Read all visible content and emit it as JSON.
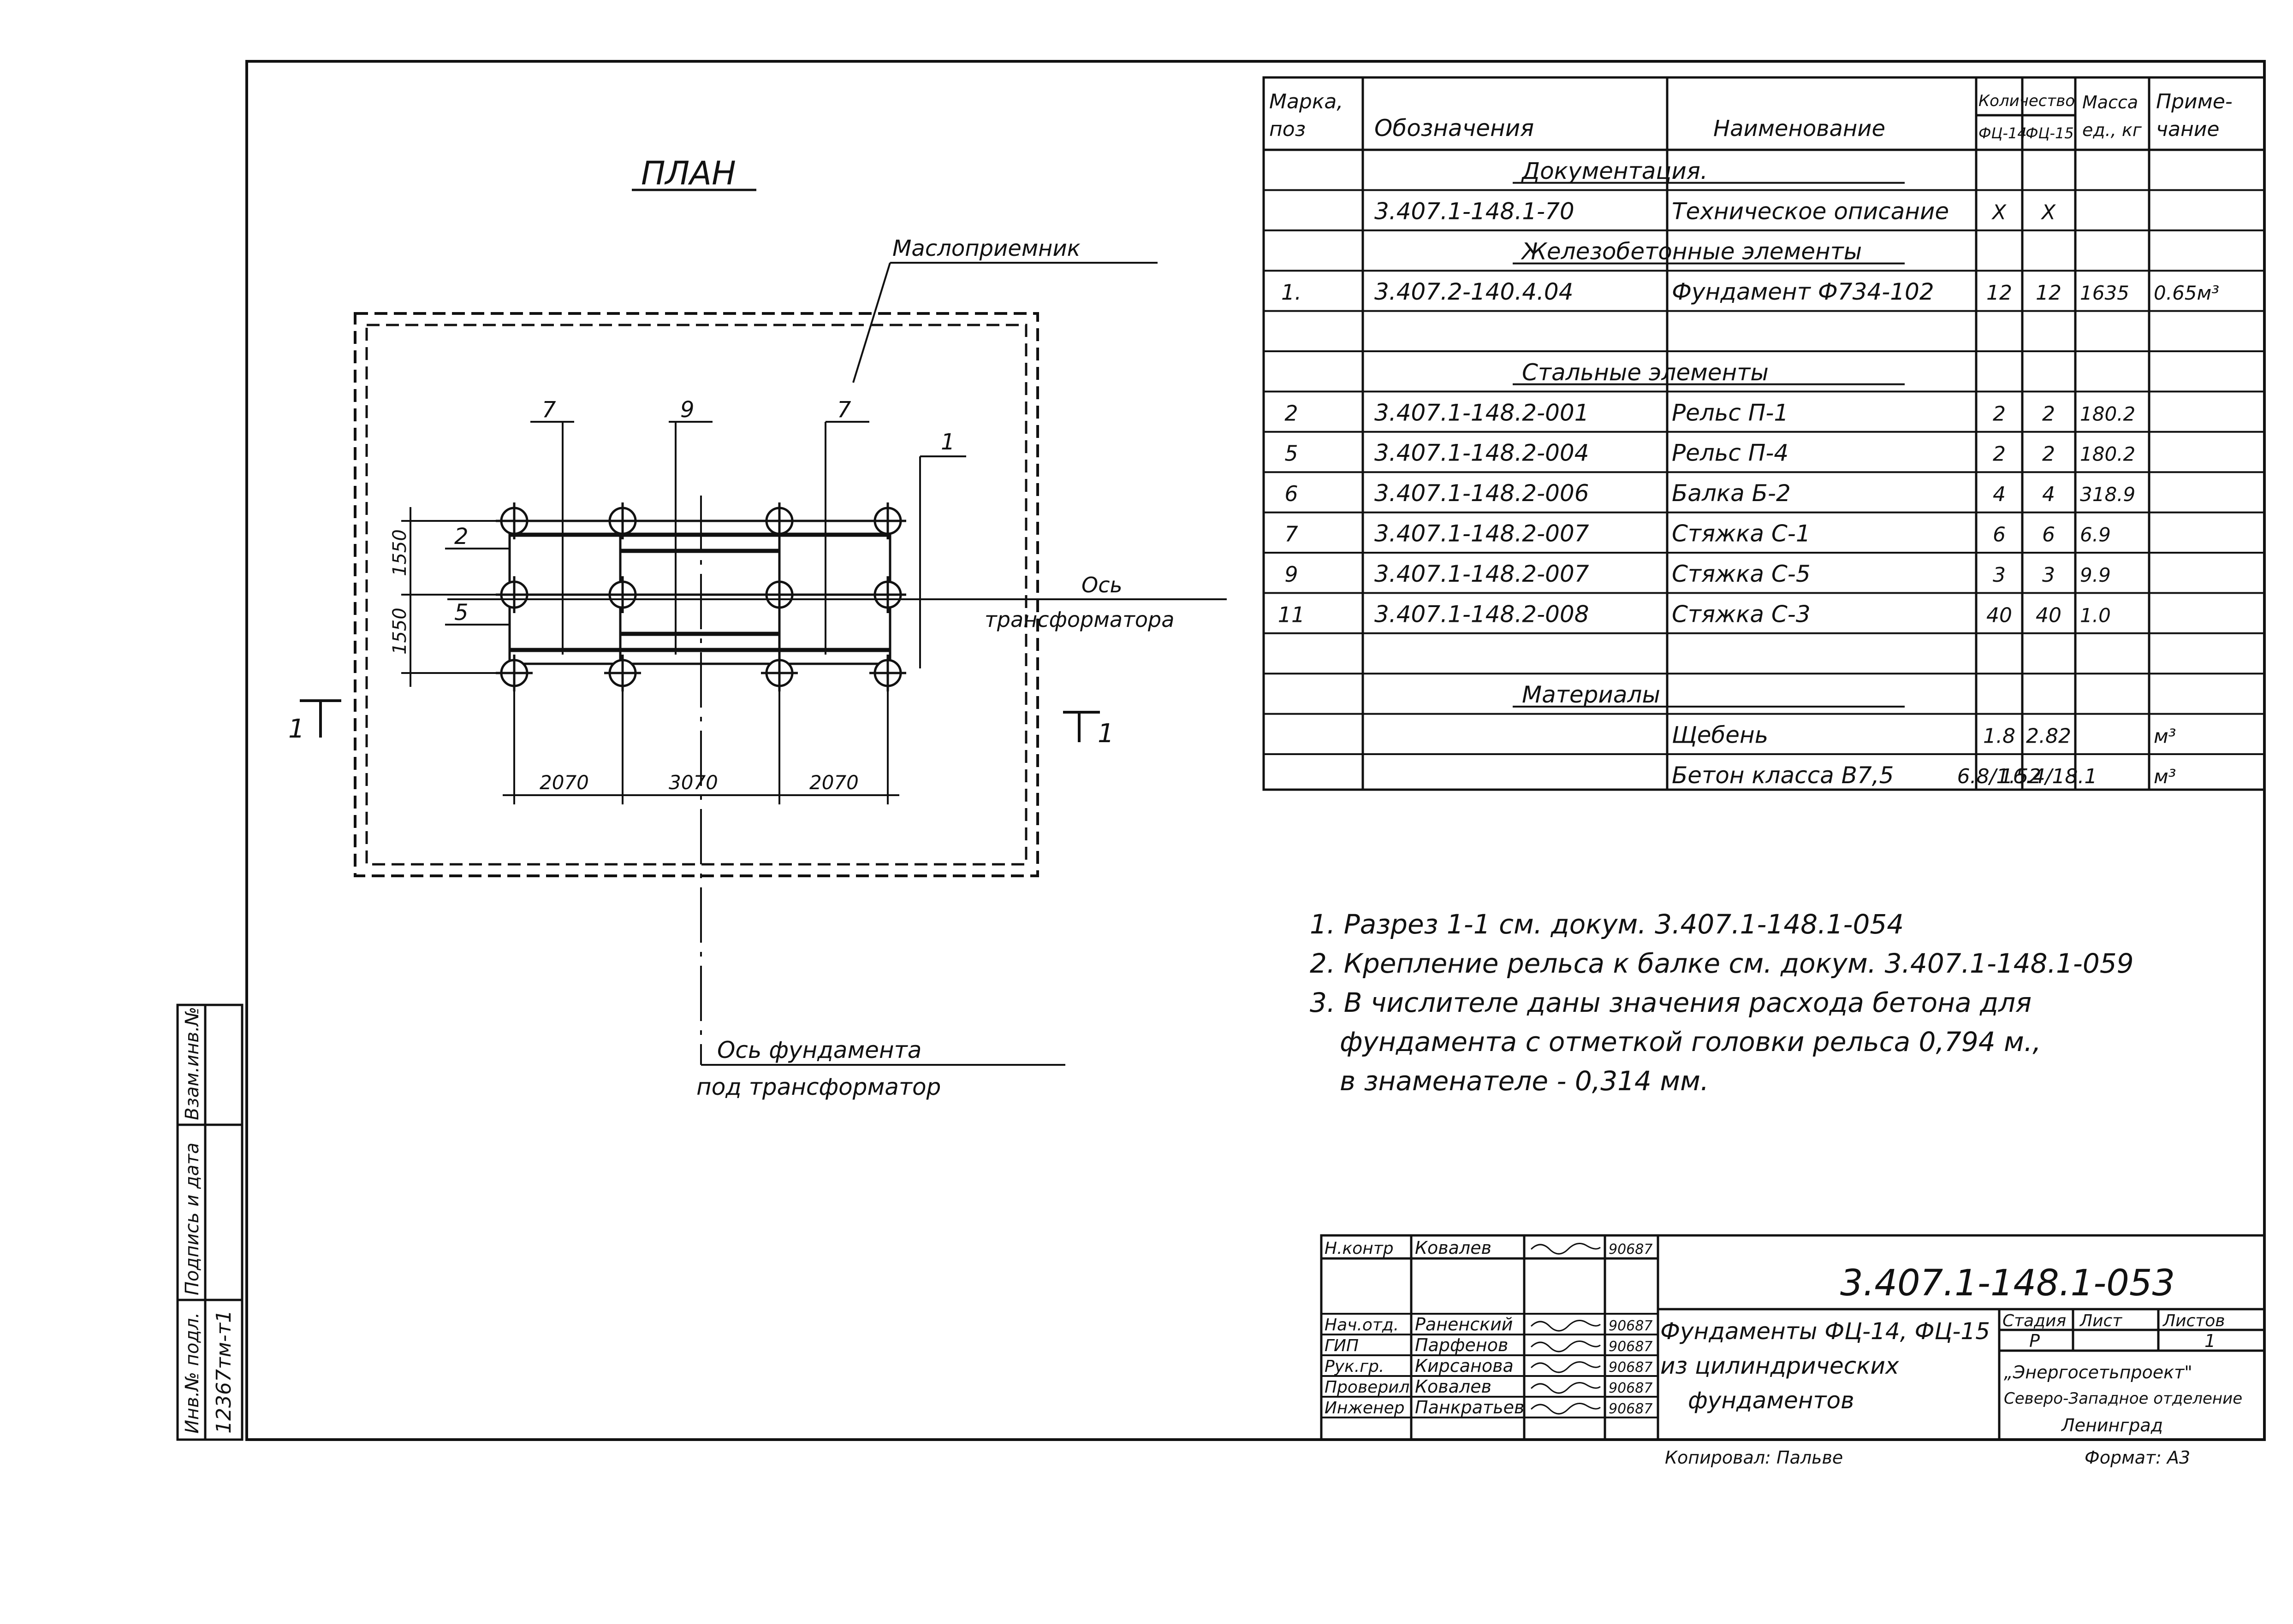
{
  "plan": {
    "title": "ПЛАН",
    "callout_receiver": "Маслоприемник",
    "axis_transformer": [
      "Ось",
      "трансформатора"
    ],
    "axis_foundation": [
      "Ось фундамента",
      "под трансформатор"
    ],
    "section_mark": "1",
    "pos_labels": [
      "7",
      "9",
      "7",
      "1",
      "2",
      "5"
    ],
    "dims_vertical": [
      "1550",
      "1550"
    ],
    "dims_horizontal": [
      "2070",
      "3070",
      "2070"
    ]
  },
  "spec": {
    "headers": {
      "mark": [
        "Марка,",
        "поз"
      ],
      "designation": "Обозначения",
      "name": "Наименование",
      "qty": "Количество",
      "qty_sub": [
        "ФЦ-14",
        "ФЦ-15"
      ],
      "mass": [
        "Масса",
        "ед., кг"
      ],
      "note": [
        "Приме-",
        "чание"
      ]
    },
    "rows": [
      {
        "mark": "",
        "designation": "",
        "name": "Документация.",
        "q1": "",
        "q2": "",
        "mass": "",
        "note": "",
        "heading": true
      },
      {
        "mark": "",
        "designation": "3.407.1-148.1-70",
        "name": "Техническое описание",
        "q1": "X",
        "q2": "X",
        "mass": "",
        "note": ""
      },
      {
        "mark": "",
        "designation": "",
        "name": "Железобетонные элементы",
        "q1": "",
        "q2": "",
        "mass": "",
        "note": "",
        "heading": true
      },
      {
        "mark": "1.",
        "designation": "3.407.2-140.4.04",
        "name": "Фундамент Ф734-102",
        "q1": "12",
        "q2": "12",
        "mass": "1635",
        "note": "0.65м³"
      },
      {
        "mark": "",
        "designation": "",
        "name": "",
        "q1": "",
        "q2": "",
        "mass": "",
        "note": ""
      },
      {
        "mark": "",
        "designation": "",
        "name": "Стальные элементы",
        "q1": "",
        "q2": "",
        "mass": "",
        "note": "",
        "heading": true
      },
      {
        "mark": "2",
        "designation": "3.407.1-148.2-001",
        "name": "Рельс П-1",
        "q1": "2",
        "q2": "2",
        "mass": "180.2",
        "note": ""
      },
      {
        "mark": "5",
        "designation": "3.407.1-148.2-004",
        "name": "Рельс П-4",
        "q1": "2",
        "q2": "2",
        "mass": "180.2",
        "note": ""
      },
      {
        "mark": "6",
        "designation": "3.407.1-148.2-006",
        "name": "Балка Б-2",
        "q1": "4",
        "q2": "4",
        "mass": "318.9",
        "note": ""
      },
      {
        "mark": "7",
        "designation": "3.407.1-148.2-007",
        "name": "Стяжка С-1",
        "q1": "6",
        "q2": "6",
        "mass": "6.9",
        "note": ""
      },
      {
        "mark": "9",
        "designation": "3.407.1-148.2-007",
        "name": "Стяжка С-5",
        "q1": "3",
        "q2": "3",
        "mass": "9.9",
        "note": ""
      },
      {
        "mark": "11",
        "designation": "3.407.1-148.2-008",
        "name": "Стяжка С-3",
        "q1": "40",
        "q2": "40",
        "mass": "1.0",
        "note": ""
      },
      {
        "mark": "",
        "designation": "",
        "name": "",
        "q1": "",
        "q2": "",
        "mass": "",
        "note": ""
      },
      {
        "mark": "",
        "designation": "",
        "name": "Материалы",
        "q1": "",
        "q2": "",
        "mass": "",
        "note": "",
        "heading": true
      },
      {
        "mark": "",
        "designation": "",
        "name": "Щебень",
        "q1": "1.8",
        "q2": "2.82",
        "mass": "",
        "note": "м³"
      },
      {
        "mark": "",
        "designation": "",
        "name": "Бетон класса В7,5",
        "q1": "6.8/1.52",
        "q2": "16.4/18.1",
        "mass": "",
        "note": "м³"
      }
    ]
  },
  "notes": [
    "1. Разрез 1-1 см. докум. 3.407.1-148.1-054",
    "2. Крепление рельса к балке см. докум. 3.407.1-148.1-059",
    "3. В числителе даны значения расхода бетона для",
    "фундамента с отметкой головки рельса 0,794 м.,",
    "в знаменателе - 0,314 мм."
  ],
  "title_block": {
    "doc_code": "3.407.1-148.1-053",
    "title": [
      "Фундаменты ФЦ-14, ФЦ-15",
      "из цилиндрических",
      "фундаментов"
    ],
    "roles": [
      "Н.контр",
      "Нач.отд.",
      "ГИП",
      "Рук.гр.",
      "Проверил",
      "Инженер"
    ],
    "names": [
      "Ковалев",
      "Раненский",
      "Парфенов",
      "Кирсанова",
      "Ковалев",
      "Панкратьев"
    ],
    "dates": [
      "90687",
      "90687",
      "90687",
      "90687",
      "90687",
      "90687"
    ],
    "stage_label": "Стадия",
    "sheet_label": "Лист",
    "sheets_label": "Листов",
    "stage": "Р",
    "sheet": "",
    "sheets": "1",
    "org": [
      "„Энергосетьпроект\"",
      "Северо-Западное отделение",
      "Ленинград"
    ],
    "copied": "Копировал: Пальве",
    "format": "Формат: А3"
  },
  "side_stamp": {
    "labels": [
      "Инв.№ подл.",
      "Подпись и дата",
      "Взам.инв.№"
    ],
    "inv_no": "12367тм-т1"
  }
}
